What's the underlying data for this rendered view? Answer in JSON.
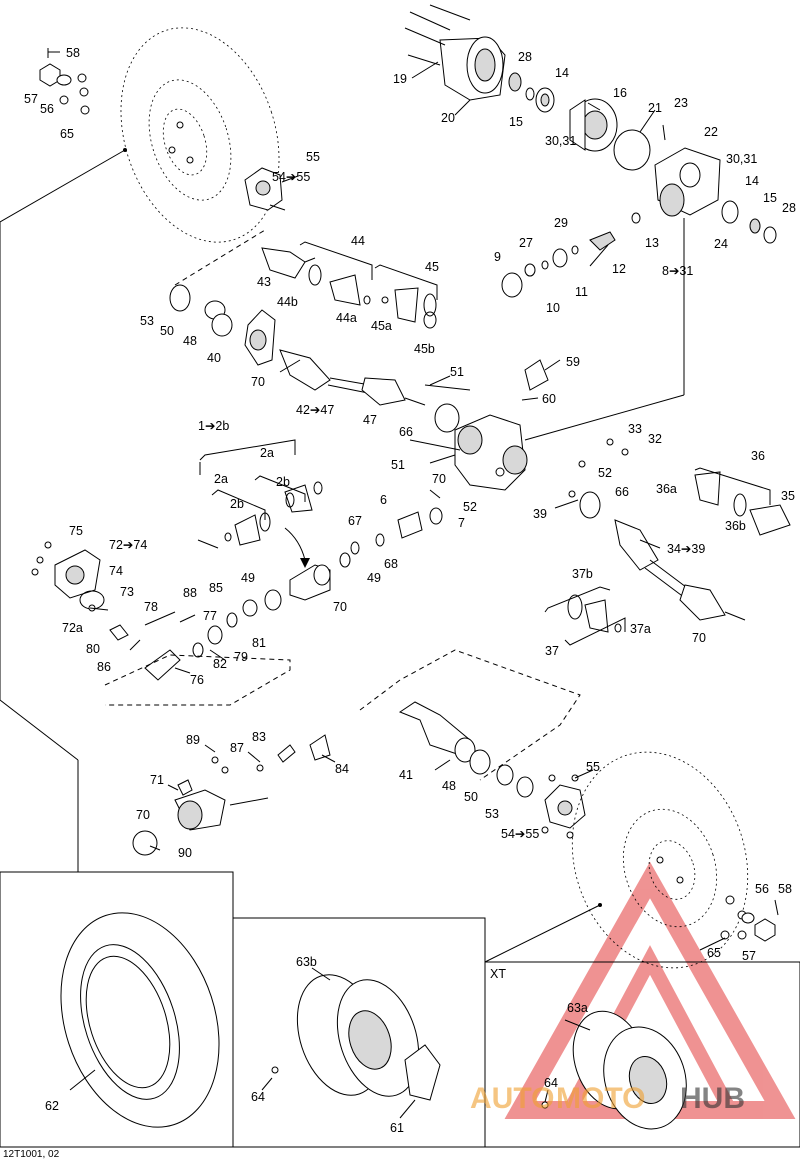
{
  "figure_code": "12T1001, 02",
  "inset_label_xt": "XT",
  "watermark": {
    "part1": "AUTO",
    "part2": "MOTO",
    "part3": "HUB"
  },
  "callouts": {
    "c58a": "58",
    "c57a": "57",
    "c56a": "56",
    "c65a": "65",
    "c55a": "55",
    "c5455a": "54➔55",
    "c19": "19",
    "c20": "20",
    "c28a": "28",
    "c14a": "14",
    "c15a": "15",
    "c16": "16",
    "c3031a": "30,31",
    "c21": "21",
    "c23": "23",
    "c22": "22",
    "c3031b": "30,31",
    "c14b": "14",
    "c15b": "15",
    "c28b": "28",
    "c24": "24",
    "c29": "29",
    "c27": "27",
    "c13": "13",
    "c12": "12",
    "c9": "9",
    "c11": "11",
    "c10": "10",
    "c831": "8➔31",
    "c44": "44",
    "c45": "45",
    "c43": "43",
    "c44b": "44b",
    "c44a": "44a",
    "c45a": "45a",
    "c45b": "45b",
    "c53a": "53",
    "c50a": "50",
    "c48a": "48",
    "c40": "40",
    "c70a": "70",
    "c4247": "42➔47",
    "c51a": "51",
    "c59": "59",
    "c60": "60",
    "c47": "47",
    "c66a": "66",
    "c12b": "1➔2b",
    "c33": "33",
    "c32": "32",
    "c36": "36",
    "c36a": "36a",
    "c35": "35",
    "c36b": "36b",
    "c2a1": "2a",
    "c2a2": "2a",
    "c2b1": "2b",
    "c2b2": "2b",
    "c51b": "51",
    "c70b": "70",
    "c52a": "52",
    "c66b": "66",
    "c6": "6",
    "c52b": "52",
    "c7": "7",
    "c39": "39",
    "c3439": "34➔39",
    "c67": "67",
    "c68": "68",
    "c75": "75",
    "c7274": "72➔74",
    "c74": "74",
    "c73": "73",
    "c85": "85",
    "c49a": "49",
    "c49b": "49",
    "c70c": "70",
    "c88": "88",
    "c78": "78",
    "c77": "77",
    "c72a": "72a",
    "c80": "80",
    "c81": "81",
    "c79": "79",
    "c86": "86",
    "c82": "82",
    "c76": "76",
    "c37b": "37b",
    "c37a": "37a",
    "c37": "37",
    "c70d": "70",
    "c89": "89",
    "c87": "87",
    "c83": "83",
    "c84": "84",
    "c71": "71",
    "c70e": "70",
    "c90": "90",
    "c41": "41",
    "c48b": "48",
    "c50b": "50",
    "c53b": "53",
    "c55b": "55",
    "c5455b": "54➔55",
    "c56b": "56",
    "c58b": "58",
    "c65b": "65",
    "c57b": "57",
    "c62": "62",
    "c63b": "63b",
    "c64a": "64",
    "c61": "61",
    "c63a": "63a",
    "c64b": "64"
  }
}
